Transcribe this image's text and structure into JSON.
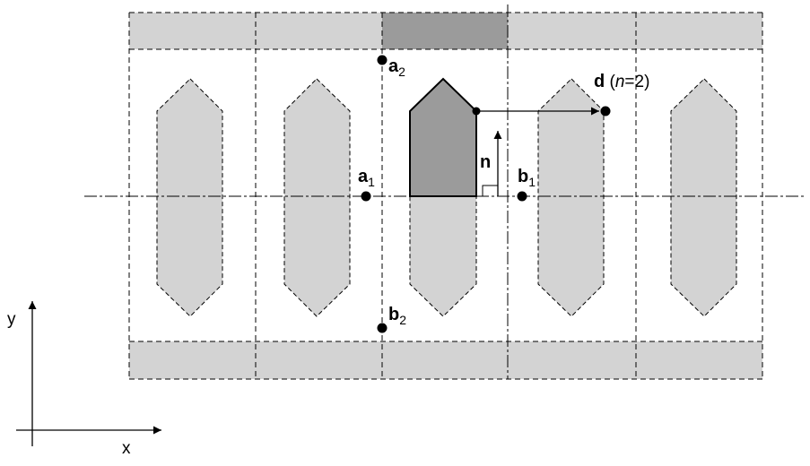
{
  "labels": {
    "a1": {
      "main": "a",
      "sub": "1"
    },
    "a2": {
      "main": "a",
      "sub": "2"
    },
    "b1": {
      "main": "b",
      "sub": "1"
    },
    "b2": {
      "main": "b",
      "sub": "2"
    },
    "d": {
      "main": "d",
      "open": " (",
      "var": "n",
      "rest": "=2)"
    },
    "n": "n",
    "axis_x": "x",
    "axis_y": "y"
  },
  "colors": {
    "light_fill": "#d3d3d3",
    "dark_fill": "#9b9b9b",
    "line": "#000000",
    "background": "#ffffff"
  }
}
